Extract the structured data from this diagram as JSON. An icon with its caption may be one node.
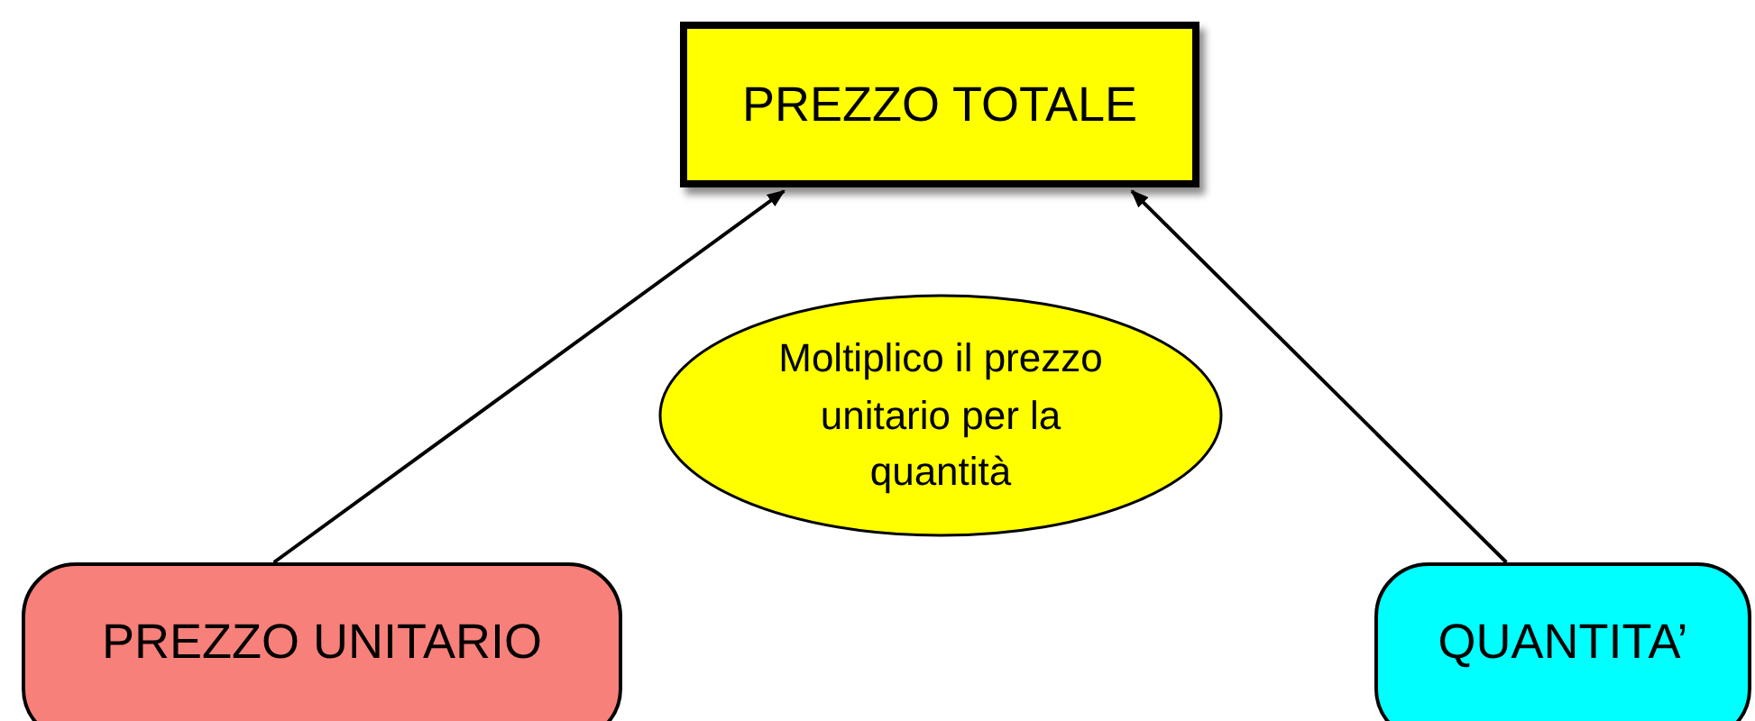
{
  "diagram": {
    "nodes": [
      {
        "text": [
          "PREZZO TOTALE"
        ]
      },
      {
        "text": [
          "Moltiplico il prezzo unitario per la quantità"
        ]
      },
      {
        "text": [
          "PREZZO UNITARIO"
        ]
      },
      {
        "text": [
          "QUANTITA’"
        ]
      }
    ],
    "edges": [
      {
        "from": 2,
        "to": 0,
        "arrow": "to"
      },
      {
        "from": 3,
        "to": 0,
        "arrow": "to"
      }
    ]
  }
}
